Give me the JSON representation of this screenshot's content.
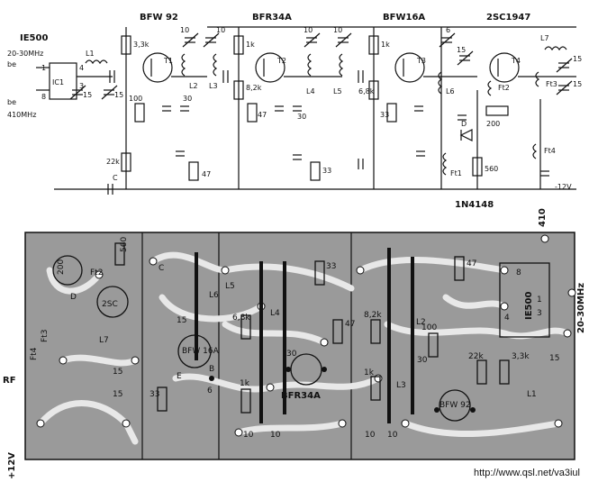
{
  "schematic": {
    "input_label": "20-30MHz",
    "chip": "IE500",
    "chip_ref": "IC1",
    "pin_labels": [
      "1",
      "4",
      "8",
      "3"
    ],
    "be_label": "be",
    "output_label": "410MHz",
    "transistors": [
      {
        "type": "BFW 92",
        "ref": "T1"
      },
      {
        "type": "BFR34A",
        "ref": "T2"
      },
      {
        "type": "BFW16A",
        "ref": "T3"
      },
      {
        "type": "2SC1947",
        "ref": "T4"
      }
    ],
    "component_labels": [
      "L1",
      "L2",
      "L3",
      "L4",
      "L5",
      "L6",
      "L7",
      "15",
      "15",
      "10",
      "10",
      "10",
      "10",
      "6",
      "15",
      "15",
      "15",
      "3,3k",
      "1k",
      "1k",
      "8,2k",
      "6,8k",
      "100",
      "47",
      "33",
      "30",
      "30",
      "22k",
      "47",
      "33",
      "560",
      "200",
      "C",
      "Ft1",
      "Ft2",
      "Ft3",
      "Ft4",
      "D"
    ],
    "diode_label": "1N4148",
    "supply_label": "-12V"
  },
  "pcb": {
    "rf_label": "RF",
    "supply_label": "+12V",
    "out_label": "410",
    "in_label": "20-30MHz",
    "chip": "IE500",
    "chip_pins": [
      "8",
      "4",
      "1",
      "3"
    ],
    "components": [
      "560",
      "200",
      "D",
      "Ft2",
      "2SC",
      "Ft3",
      "Ft4",
      "L7",
      "L6",
      "L5",
      "L4",
      "L3",
      "L2",
      "L1",
      "BFW 16A",
      "BFR34A",
      "BFW 92",
      "6,8k",
      "33",
      "33",
      "47",
      "47",
      "1k",
      "1k",
      "8,2k",
      "100",
      "22k",
      "3,3k",
      "30",
      "30",
      "15",
      "15",
      "15",
      "15",
      "10",
      "10",
      "10",
      "10",
      "6",
      "C",
      "E",
      "B"
    ]
  },
  "footer_url": "http://www.qsl.net/va3iul"
}
